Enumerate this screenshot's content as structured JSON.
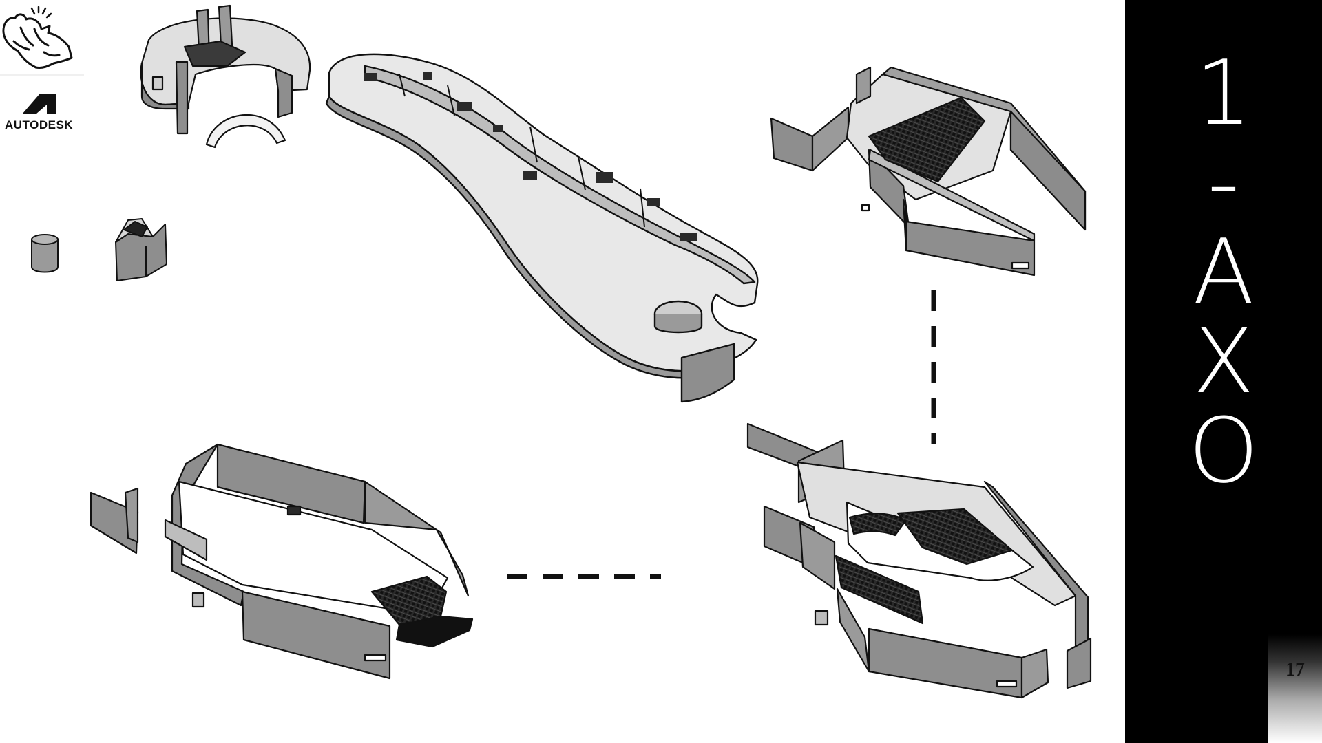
{
  "logos": {
    "rhino": "rhino-logo",
    "autodesk_name": "AUTODESK"
  },
  "side_title": {
    "characters": [
      "1",
      "-",
      "A",
      "X",
      "O"
    ]
  },
  "page_number": "17",
  "colors": {
    "wall_fill": "#8e8e8e",
    "floor_fill": "#e6e6e6",
    "line": "#111111",
    "side_band": "#000000",
    "side_text": "#ffffff"
  }
}
